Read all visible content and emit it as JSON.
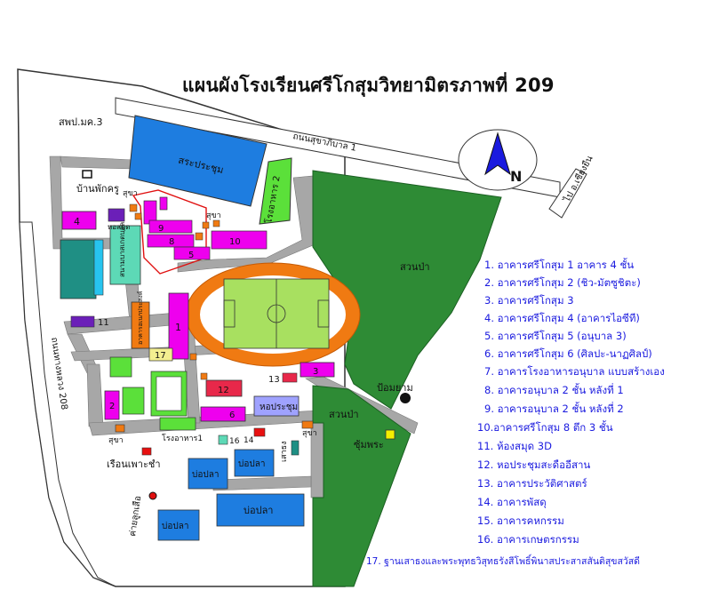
{
  "title": "แผนผังโรงเรียนศรีโกสุมวิทยามิตรภาพที่ 209",
  "colors": {
    "field_green": "#2e8b35",
    "building_magenta": "#ee00ee",
    "pond_blue": "#1e7de0",
    "track_orange": "#f07a12",
    "pitch_lime": "#a8e060",
    "road_gray": "#a7a7a7",
    "legend_blue": "#1a1adf"
  },
  "compass": {
    "letter": "N"
  },
  "roads": {
    "sukhaphibal": "ถนนสุขาภิบาล 1",
    "highway208": "ถนนทางหลวง 208",
    "to_chiang_yuen": "ไป อ.เชียงยืน"
  },
  "places": {
    "spm": "สพป.มค.3",
    "teacher_house": "บ้านพักครู",
    "pool": "สระประชุม",
    "canteen2": "โรงอาหาร 2",
    "forest_top": "สวนป่า",
    "forest_bottom": "สวนป่า",
    "dorm": "หอสมุด",
    "science": "สนามบาสเกตบอล",
    "guidance": "อาคารอเนกประสงค์",
    "restroom_1": "สุขา",
    "restroom_2": "สุขา",
    "restroom_3": "สุขา",
    "restroom_4": "สุขา",
    "canteen1": "โรงอาหาร1",
    "hall": "หอประชุม",
    "greenhouse": "เรือนเพาะชำ",
    "pond_1": "บ่อปลา",
    "pond_2": "บ่อปลา",
    "pond_3": "บ่อปลา",
    "pond_4": "บ่อปลา",
    "flag": "เสาธง",
    "pavilion": "ซุ้มพระ",
    "guard": "ป้อมยาม",
    "camp": "ค่ายลูกเสือ",
    "n14": "14",
    "n16": "16"
  },
  "building_numbers": {
    "b1": "1",
    "b2": "2",
    "b3": "3",
    "b4": "4",
    "b5": "5",
    "b6": "6",
    "b8": "8",
    "b9": "9",
    "b10": "10",
    "b11": "11",
    "b12": "12",
    "b13": "13",
    "b17": "17"
  },
  "legend": [
    "1. อาคารศรีโกสุม 1  อาคาร 4 ชั้น",
    "2. อาคารศรีโกสุม 2 (ชิว-มัตซูชิตะ)",
    "3. อาคารศรีโกสุม 3",
    "4. อาคารศรีโกสุม 4 (อาคารไอซีที)",
    "5. อาคารศรีโกสุม 5 (อนุบาล 3)",
    "6. อาคารศรีโกสุม 6  (ศิลปะ-นาฏศิลป์)",
    "7. อาคารโรงอาหารอนุบาล แบบสร้างเอง",
    "8. อาคารอนุบาล 2 ชั้น หลังที่ 1",
    "9. อาคารอนุบาล 2 ชั้น หลังที่ 2",
    "10.อาคารศรีโกสุม 8 ตึก 3 ชั้น",
    "11. ห้องสมุด 3D",
    "12. หอประชุมสะดืออีสาน",
    "13. อาคารประวัติศาสตร์",
    "14. อาคารพัสดุ",
    "15. อาคารคหกรรม",
    "16. อาคารเกษตรกรรม",
    "17. ฐานเสาธงและพระพุทธวิสุทธรังสีโพธิ์พินาสประสาสสันติสุขสวัสดี"
  ]
}
